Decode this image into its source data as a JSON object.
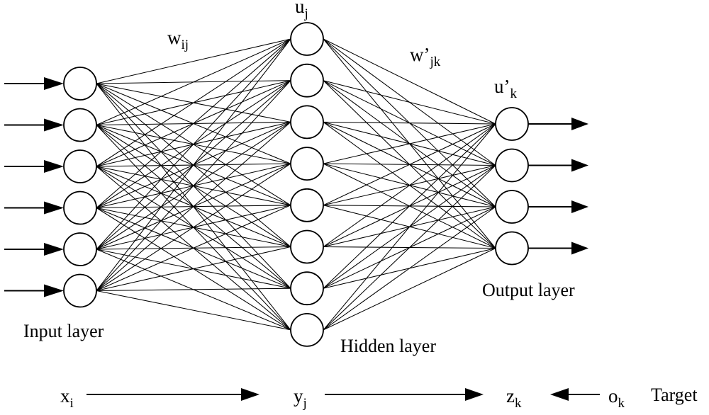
{
  "labels": {
    "input_layer": "Input layer",
    "hidden_layer": "Hidden layer",
    "output_layer": "Output layer",
    "target": "Target"
  },
  "symbols": {
    "w_ij": {
      "base": "w",
      "sub": "ij"
    },
    "u_j": {
      "base": "u",
      "sub": "j"
    },
    "w_prime_jk": {
      "base": "w’",
      "sub": "jk"
    },
    "u_prime_k": {
      "base": "u’",
      "sub": "k"
    },
    "x_i": {
      "base": "x",
      "sub": "i"
    },
    "y_j": {
      "base": "y",
      "sub": "j"
    },
    "z_k": {
      "base": "z",
      "sub": "k"
    },
    "o_k": {
      "base": "o",
      "sub": "k"
    }
  },
  "network": {
    "input_nodes": 6,
    "hidden_nodes": 8,
    "output_nodes": 4,
    "connectivity": "fully-connected",
    "input_arrows": "incoming",
    "output_arrows": "outgoing"
  },
  "flow": {
    "x_to_y": "right-arrow",
    "y_to_z": "right-arrow",
    "o_to_z": "left-arrow"
  }
}
